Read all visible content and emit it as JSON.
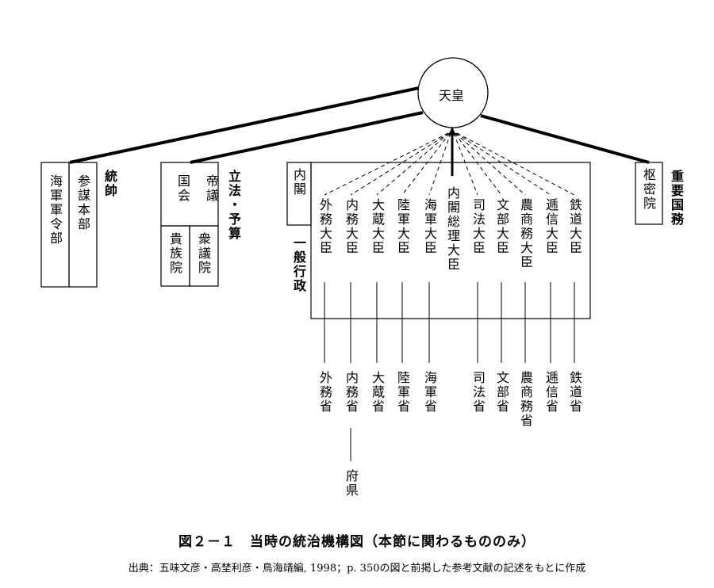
{
  "diagram": {
    "emperor": "天皇",
    "supreme_command": {
      "group_label": "統帥",
      "navy_general_staff": "海軍軍令部",
      "army_general_staff": "参謀本部"
    },
    "legislature": {
      "group_label": "立法・予算",
      "imperial_diet": "帝国議会",
      "house_of_peers": "貴族院",
      "house_of_representatives": "衆議院"
    },
    "cabinet": {
      "label": "内閣",
      "group_label": "一般行政",
      "prime_minister": "内閣総理大臣",
      "ministers": [
        "外務大臣",
        "内務大臣",
        "大蔵大臣",
        "陸軍大臣",
        "海軍大臣",
        "司法大臣",
        "文部大臣",
        "農商務大臣",
        "逓信大臣",
        "鉄道大臣"
      ]
    },
    "privy_council": {
      "label": "枢密院",
      "group_label": "重要国務"
    },
    "ministries": [
      "外務省",
      "内務省",
      "大蔵省",
      "陸軍省",
      "海軍省",
      "司法省",
      "文部省",
      "農商務省",
      "逓信省",
      "鉄道省"
    ],
    "prefectures": "府県"
  },
  "caption": "図２－１　当時の統治機構図（本節に関わるもののみ）",
  "source": "出典：五味文彦・高埜利彦・鳥海靖編, 1998；p. 350の図と前掲した参考文献の記述をもとに作成"
}
